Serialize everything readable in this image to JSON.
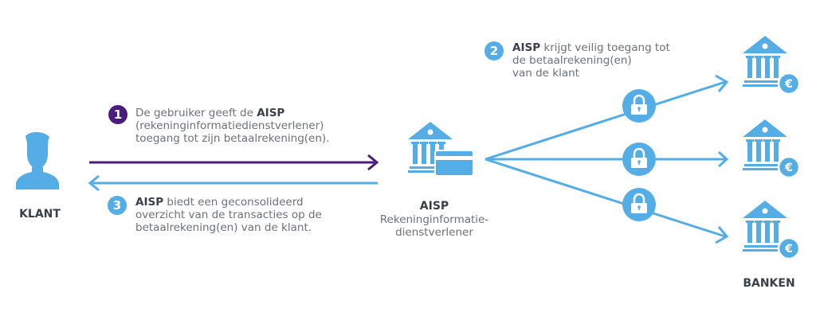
{
  "colors": {
    "blue": "#55ade6",
    "purple": "#4b1d7a",
    "text": "#6b7279",
    "heading": "#3a4047"
  },
  "client": {
    "icon": "user-icon",
    "label": "KLANT"
  },
  "step1": {
    "number": "1",
    "line1_prefix": "De gebruiker geeft de ",
    "line1_bold": "AISP",
    "line2": "(rekeninginformatiedienstverlener)",
    "line3": "toegang tot zijn betaalrekening(en)."
  },
  "step2": {
    "number": "2",
    "line1_bold": "AISP",
    "line1_suffix": " krijgt veilig toegang tot",
    "line2": "de betaalrekening(en)",
    "line3": "van de klant"
  },
  "step3": {
    "number": "3",
    "line1_bold": "AISP",
    "line1_suffix": " biedt een geconsolideerd",
    "line2": "overzicht van de transacties op de",
    "line3": "betaalrekening(en) van de klant."
  },
  "aisp": {
    "icon": "bank-card-icon",
    "title": "AISP",
    "subtitle_line1": "Rekeninginformatie-",
    "subtitle_line2": "dienstverlener"
  },
  "banks": {
    "label": "BANKEN",
    "items": [
      {
        "icon": "bank-euro-icon",
        "lock": "lock-icon"
      },
      {
        "icon": "bank-euro-icon",
        "lock": "lock-icon"
      },
      {
        "icon": "bank-euro-icon",
        "lock": "lock-icon"
      }
    ]
  }
}
